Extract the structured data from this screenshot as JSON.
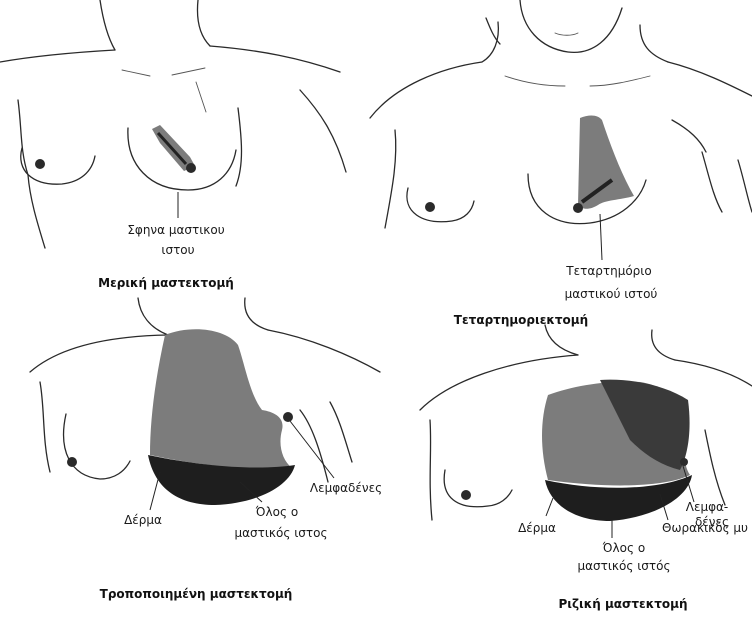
{
  "partial": {
    "callout": [
      "Σφηνα μαστικου",
      "ιστου"
    ],
    "title": "Μερική μαστεκτομή"
  },
  "quadrantectomy": {
    "callout": [
      "Τεταρτημόριο",
      "μαστικού ιστού"
    ],
    "title": "Τεταρτημοριεκτομή"
  },
  "modified": {
    "lymph_nodes": "Λεμφαδένες",
    "skin": "Δέρμα",
    "tissue": [
      "Όλος ο",
      "μαστικός ιστος"
    ],
    "title": "Τροποποιημένη μαστεκτομή"
  },
  "radical": {
    "lymph_nodes": [
      "Λεμφα-",
      "δένες"
    ],
    "skin": "Δέρμα",
    "muscle": "Θωρακικός μυ",
    "tissue": [
      "Όλος ο",
      "μαστικός ιστός"
    ],
    "title": "Ριζική μαστεκτομή"
  }
}
